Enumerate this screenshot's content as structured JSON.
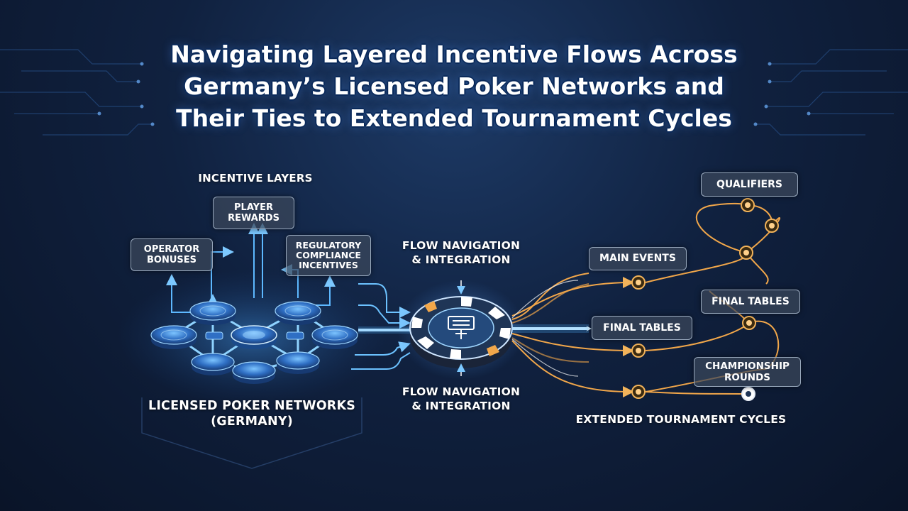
{
  "title_lines": [
    "Navigating Layered Incentive Flows Across",
    "Germany’s Licensed Poker Networks and",
    "Their Ties to Extended Tournament Cycles"
  ],
  "incentive_layers": {
    "heading": "INCENTIVE LAYERS",
    "player_rewards": [
      "PLAYER",
      "REWARDS"
    ],
    "operator_bonuses": [
      "OPERATOR",
      "BONUSES"
    ],
    "regulatory": [
      "REGULATORY",
      "COMPLIANCE",
      "INCENTIVES"
    ]
  },
  "networks": {
    "label_lines": [
      "LICENSED POKER NETWORKS",
      "(GERMANY)"
    ]
  },
  "hub": {
    "top_label_lines": [
      "FLOW NAVIGATION",
      "& INTEGRATION"
    ],
    "bottom_label_lines": [
      "FLOW NAVIGATION",
      "& INTEGRATION"
    ]
  },
  "tournament": {
    "qualifiers": "QUALIFIERS",
    "main_events": "MAIN EVENTS",
    "final_tables_right": "FINAL TABLES",
    "final_tables_left": "FINAL TABLES",
    "championship": [
      "CHAMPIONSHIP",
      "ROUNDS"
    ],
    "footer": "EXTENDED TOURNAMENT CYCLES"
  },
  "colors": {
    "background": "#10213f",
    "blue_flow": "#4fb4ff",
    "orange_flow": "#f2a74a",
    "box_fill": "#3c485c"
  },
  "icons": [
    "network-chip-node",
    "poker-chip-hub",
    "tournament-node"
  ]
}
